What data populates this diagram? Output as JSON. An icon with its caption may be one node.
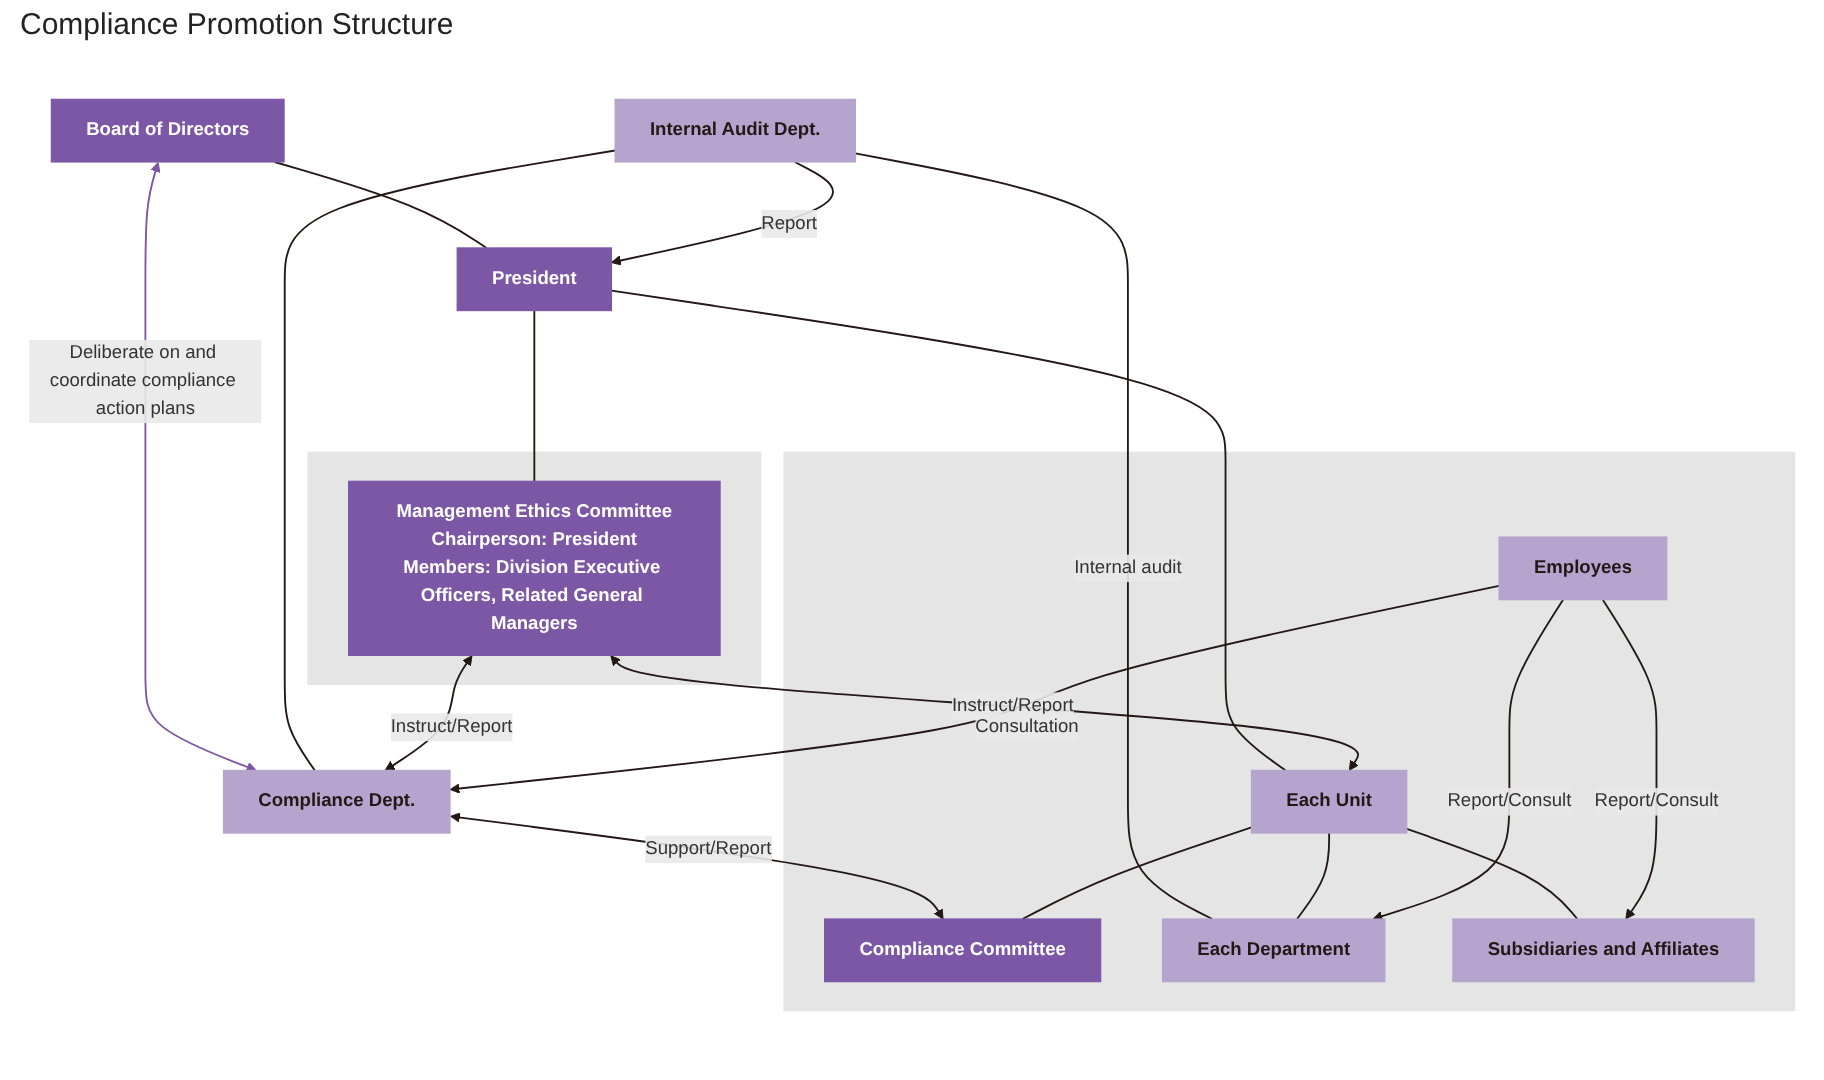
{
  "diagram": {
    "title": "Compliance Promotion Structure",
    "nodes": [
      {
        "text": [
          "Board of Directors"
        ]
      },
      {
        "text": [
          "President"
        ]
      },
      {
        "text": [],
        "shape": "box"
      },
      {
        "text": [
          "Management Ethics Committee",
          "Chairperson: President",
          "Members: Division Executive Officers, Related General Managers"
        ],
        "in": 2
      },
      {
        "text": [
          "Internal Audit Dept."
        ]
      },
      {
        "text": [
          "Compliance Dept."
        ]
      },
      {
        "text": [],
        "shape": "box"
      },
      {
        "text": [
          "Each Unit"
        ],
        "in": 6
      },
      {
        "text": [
          "Compliance Committee"
        ],
        "in": 6
      },
      {
        "text": [
          "Each Department"
        ],
        "in": 6
      },
      {
        "text": [
          "Subsidiaries and Affiliates"
        ],
        "in": 6
      },
      {
        "text": [
          "Employees"
        ],
        "in": 6
      }
    ],
    "edges": [
      {
        "from": 0,
        "to": 1,
        "arrow": "none"
      },
      {
        "from": 1,
        "to": 3,
        "arrow": "none"
      },
      {
        "from": 1,
        "to": 7,
        "arrow": "none"
      },
      {
        "from": 0,
        "to": 5,
        "arrow": "both",
        "label": "Deliberate on and coordinate compliance action plans",
        "color": "#7b57a5"
      },
      {
        "from": 4,
        "to": 1,
        "arrow": "to",
        "label": "Report"
      },
      {
        "from": 4,
        "to": 9,
        "arrow": "none",
        "label": "Internal audit"
      },
      {
        "from": 4,
        "to": 5,
        "arrow": "none"
      },
      {
        "from": 3,
        "to": 7,
        "arrow": "both",
        "label": "Instruct/Report"
      },
      {
        "from": 3,
        "to": 5,
        "arrow": "both",
        "label": "Instruct/Report"
      },
      {
        "from": 5,
        "to": 8,
        "arrow": "both",
        "label": "Support/Report"
      },
      {
        "from": 7,
        "to": 8,
        "arrow": "none"
      },
      {
        "from": 7,
        "to": 9,
        "arrow": "none"
      },
      {
        "from": 7,
        "to": 10,
        "arrow": "none"
      },
      {
        "from": 11,
        "to": 9,
        "arrow": "to",
        "label": "Report/Consult"
      },
      {
        "from": 11,
        "to": 10,
        "arrow": "to",
        "label": "Report/Consult"
      },
      {
        "from": 11,
        "to": 5,
        "arrow": "to",
        "label": "Consultation"
      }
    ]
  }
}
